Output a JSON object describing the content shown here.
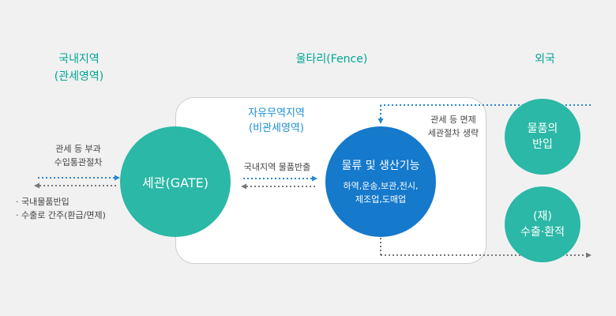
{
  "regions": {
    "domestic": "국내지역\n(관세영역)",
    "fence": "울타리(Fence)",
    "foreign": "외국"
  },
  "left_notes": {
    "top": "관세 등 부과\n수입통관절차",
    "bottom": "· 국내물품반입\n· 수출로 간주(환급/면제)"
  },
  "customs_gate": "세관(GATE)",
  "free_zone": {
    "title": "자유무역지역\n(비관세영역)",
    "domestic_goods_out": "국내지역 물품반출"
  },
  "logistics": {
    "title": "물류 및 생산기능",
    "detail": "하역,운송,보관,전시,\n제조업,도매업"
  },
  "exemption_note": "관세 등 면제\n세관절차 생략",
  "foreign_goods_in": "물품의\n반입",
  "re_export": "(재)\n수출·환적",
  "colors": {
    "teal": "#2bb8a6",
    "blue": "#1579cc",
    "region_text": "#00a693",
    "arrow_blue": "#2a86d0",
    "arrow_gray": "#777777"
  }
}
